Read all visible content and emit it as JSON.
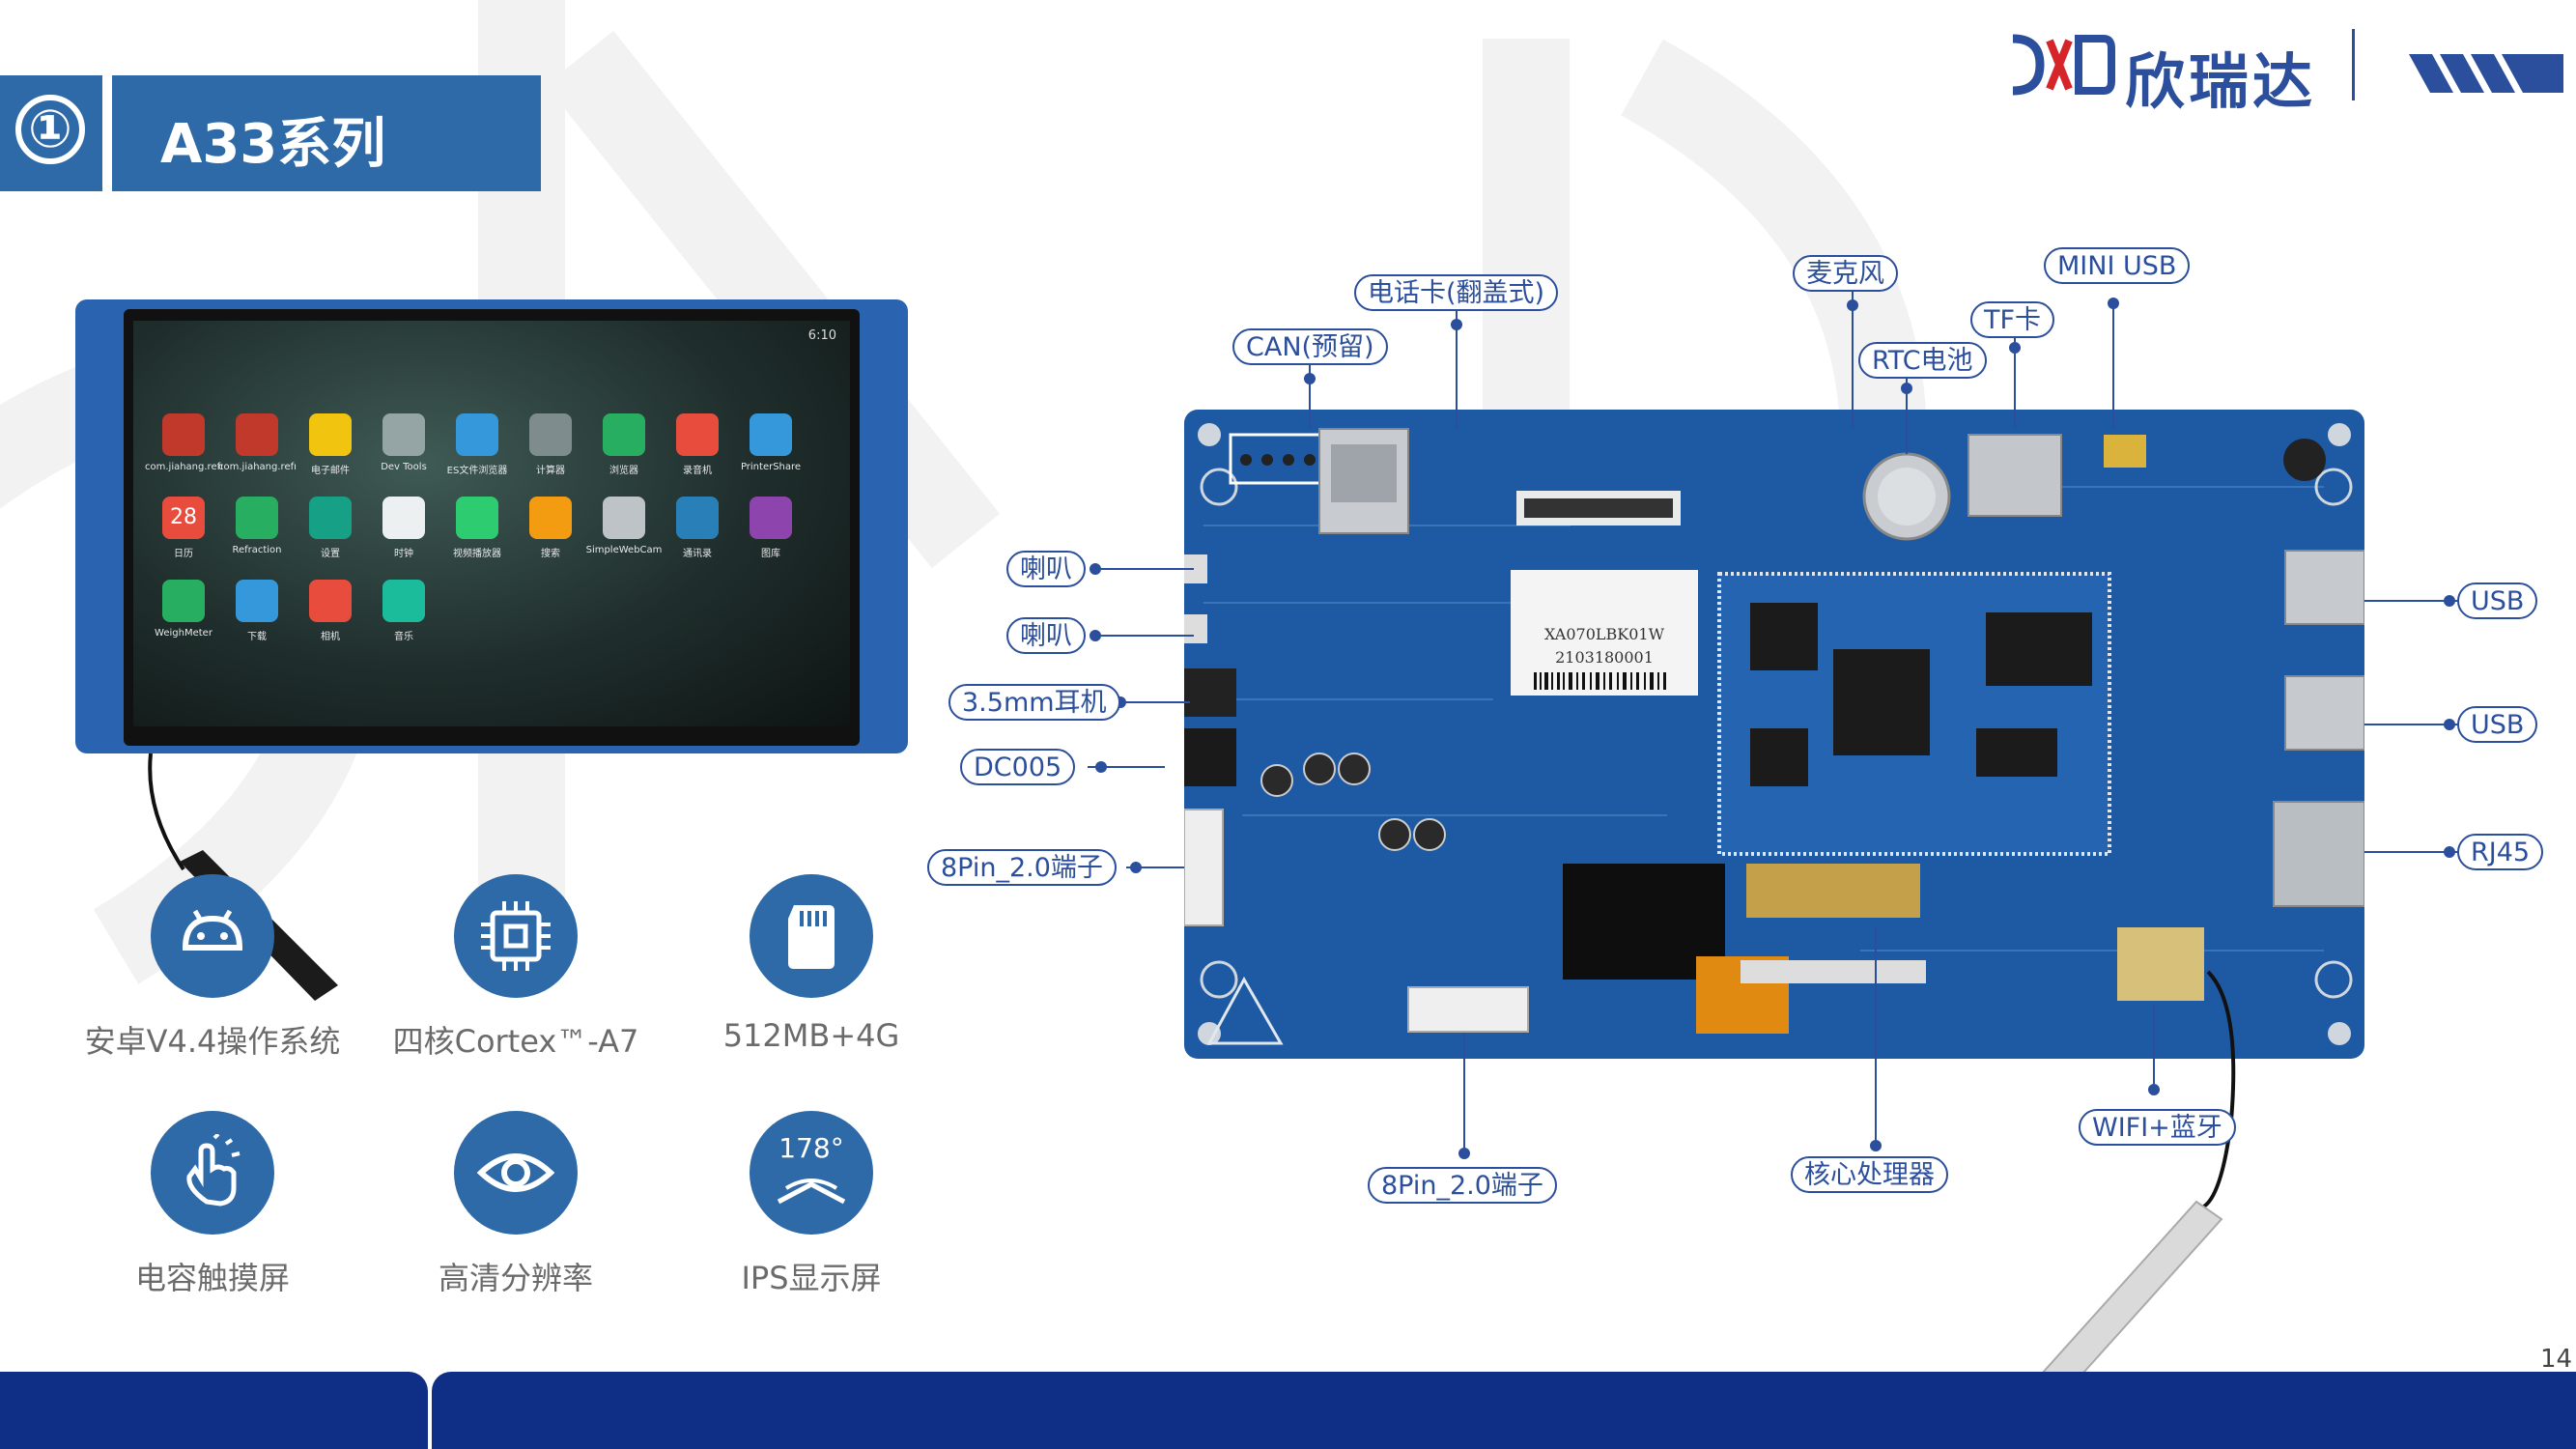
{
  "header": {
    "number": "①",
    "title": "A33系列"
  },
  "brand": {
    "name": "欣瑞达",
    "primary_color": "#2b4f9c",
    "accent_color": "#2e6aa8"
  },
  "lcd": {
    "status_time": "6:10",
    "apps": [
      {
        "label": "com.jiahang.refra...",
        "color": "#c0392b"
      },
      {
        "label": "com.jiahang.refra...",
        "color": "#c0392b"
      },
      {
        "label": "电子邮件",
        "color": "#f1c40f"
      },
      {
        "label": "Dev Tools",
        "color": "#95a5a6"
      },
      {
        "label": "ES文件浏览器",
        "color": "#3498db"
      },
      {
        "label": "计算器",
        "color": "#7f8c8d"
      },
      {
        "label": "浏览器",
        "color": "#27ae60"
      },
      {
        "label": "录音机",
        "color": "#e74c3c"
      },
      {
        "label": "PrinterShare",
        "color": "#3498db"
      },
      {
        "label": "日历",
        "color": "#e74c3c"
      },
      {
        "label": "Refraction",
        "color": "#27ae60"
      },
      {
        "label": "设置",
        "color": "#16a085"
      },
      {
        "label": "时钟",
        "color": "#ecf0f1"
      },
      {
        "label": "视频播放器",
        "color": "#2ecc71"
      },
      {
        "label": "搜索",
        "color": "#f39c12"
      },
      {
        "label": "SimpleWebCam",
        "color": "#bdc3c7"
      },
      {
        "label": "通讯录",
        "color": "#2980b9"
      },
      {
        "label": "图库",
        "color": "#8e44ad"
      },
      {
        "label": "WeighMeter",
        "color": "#27ae60"
      },
      {
        "label": "下载",
        "color": "#3498db"
      },
      {
        "label": "相机",
        "color": "#e74c3c"
      },
      {
        "label": "音乐",
        "color": "#1abc9c"
      }
    ],
    "calendar_day": "28"
  },
  "features": [
    {
      "label": "安卓V4.4操作系统",
      "icon": "android-icon"
    },
    {
      "label": "四核Cortex™-A7",
      "icon": "cpu-chip-icon"
    },
    {
      "label": "512MB+4G",
      "icon": "sd-card-icon"
    },
    {
      "label": "电容触摸屏",
      "icon": "touch-hand-icon"
    },
    {
      "label": "高清分辨率",
      "icon": "eye-icon"
    },
    {
      "label": "IPS显示屏",
      "icon": "viewing-angle-icon",
      "badge": "178°"
    }
  ],
  "board": {
    "sticker_line1": "XA070LBK01W",
    "sticker_line2": "2103180001",
    "callouts": {
      "can": "CAN(预留)",
      "sim": "电话卡(翻盖式)",
      "mic": "麦克风",
      "rtc": "RTC电池",
      "tf": "TF卡",
      "mini_usb": "MINI USB",
      "speaker1": "喇叭",
      "speaker2": "喇叭",
      "earphone": "3.5mm耳机",
      "dc": "DC005",
      "pin_left": "8Pin_2.0端子",
      "usb1": "USB",
      "usb2": "USB",
      "rj45": "RJ45",
      "wifi": "WIFI+蓝牙",
      "pin_bottom": "8Pin_2.0端子",
      "cpu": "核心处理器"
    }
  },
  "footer": {
    "page_number": "14"
  }
}
